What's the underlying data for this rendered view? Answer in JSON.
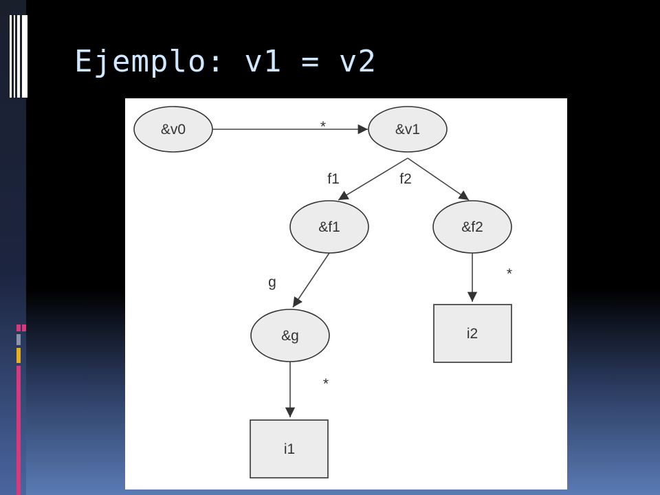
{
  "slide": {
    "title": "Ejemplo: v1 = v2"
  },
  "diagram": {
    "nodes": {
      "v0": {
        "label": "&v0",
        "shape": "ellipse"
      },
      "v1": {
        "label": "&v1",
        "shape": "ellipse"
      },
      "f1": {
        "label": "&f1",
        "shape": "ellipse"
      },
      "f2": {
        "label": "&f2",
        "shape": "ellipse"
      },
      "g": {
        "label": "&g",
        "shape": "ellipse"
      },
      "i1": {
        "label": "i1",
        "shape": "box"
      },
      "i2": {
        "label": "i2",
        "shape": "box"
      }
    },
    "edges": {
      "v0_v1": {
        "from": "v0",
        "to": "v1",
        "label": "*"
      },
      "v1_f1": {
        "from": "v1",
        "to": "f1",
        "label": "f1"
      },
      "v1_f2": {
        "from": "v1",
        "to": "f2",
        "label": "f2"
      },
      "f1_g": {
        "from": "f1",
        "to": "g",
        "label": "g"
      },
      "f2_i2": {
        "from": "f2",
        "to": "i2",
        "label": "*"
      },
      "g_i1": {
        "from": "g",
        "to": "i1",
        "label": "*"
      }
    },
    "colors": {
      "node_fill": "#ececec",
      "stroke": "#333333",
      "edge": "#444444"
    }
  }
}
